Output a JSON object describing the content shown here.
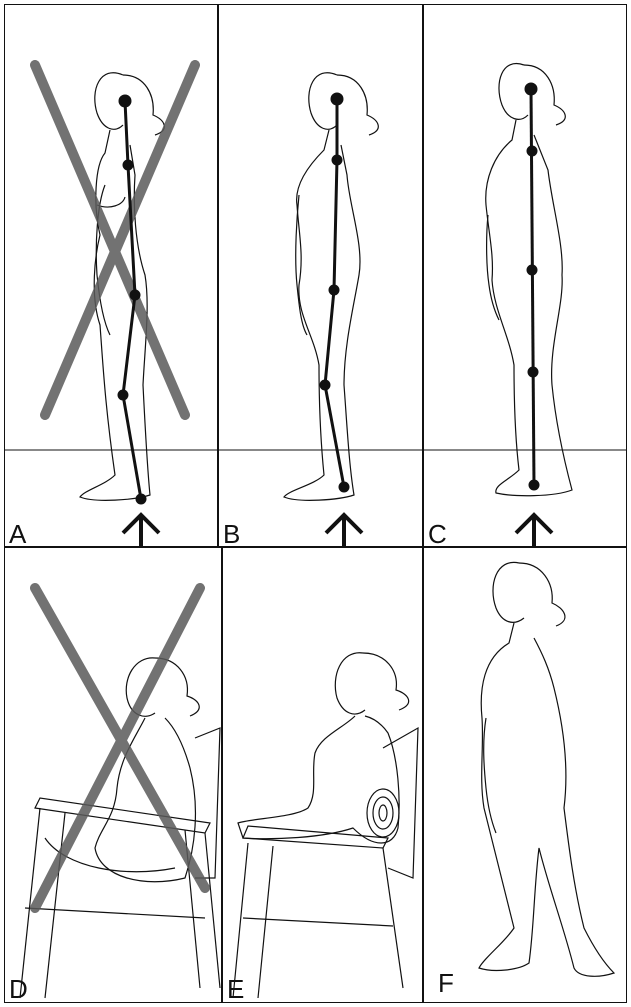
{
  "panels": [
    {
      "label": "A",
      "pose": "standing",
      "crossed_out": true,
      "plumb_line": "bent"
    },
    {
      "label": "B",
      "pose": "standing",
      "crossed_out": false,
      "plumb_line": "slightly-bent"
    },
    {
      "label": "C",
      "pose": "standing",
      "crossed_out": false,
      "plumb_line": "straight"
    },
    {
      "label": "D",
      "pose": "sitting-slouched",
      "crossed_out": true
    },
    {
      "label": "E",
      "pose": "sitting-with-lumbar-support",
      "crossed_out": false
    },
    {
      "label": "F",
      "pose": "walking",
      "crossed_out": false
    }
  ],
  "colors": {
    "ink": "#111111",
    "cross": "#5a5a5a",
    "background": "#ffffff"
  },
  "icons": {
    "arrow": "up-arrow-icon"
  }
}
